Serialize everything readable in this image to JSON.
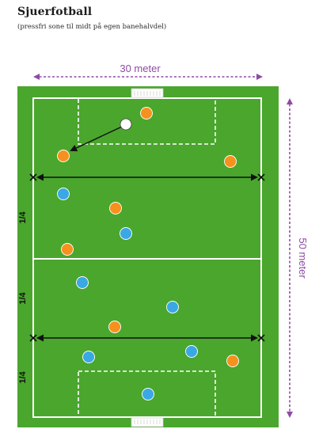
{
  "title": "Sjuerfotball",
  "subtitle": "(pressfri sone til midt på egen banehalvdel)",
  "dimensions": {
    "width_label": "30 meter",
    "length_label": "50 meter"
  },
  "zone_label": "1/4",
  "colors": {
    "field": "#4aa62d",
    "lines": "#ffffff",
    "dimension": "#8e4ba4",
    "team_orange": "#f6911e",
    "team_blue": "#3aa8e4",
    "ball": "#ffffff",
    "marker": "#111111"
  }
}
